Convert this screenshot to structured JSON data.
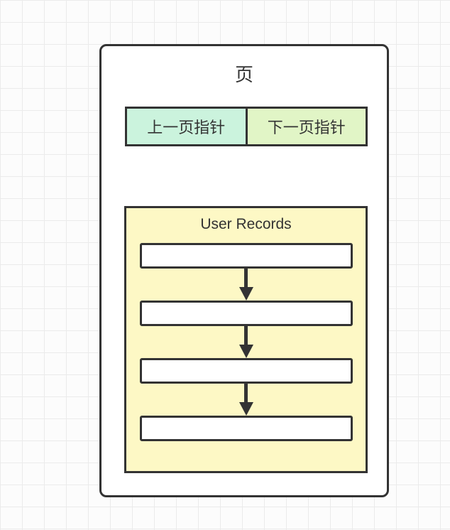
{
  "diagram": {
    "page": {
      "title": "页",
      "pointers": [
        {
          "label": "上一页指针",
          "fill": "#cbf3dd"
        },
        {
          "label": "下一页指针",
          "fill": "#e1f5c6"
        }
      ],
      "user_records": {
        "title": "User Records",
        "fill": "#fdf8c5",
        "rows": [
          "",
          "",
          "",
          ""
        ]
      }
    },
    "colors": {
      "border": "#333333",
      "canvas_bg": "#fcfcfc",
      "grid_line": "#ebebeb",
      "record_fill": "#ffffff"
    }
  }
}
